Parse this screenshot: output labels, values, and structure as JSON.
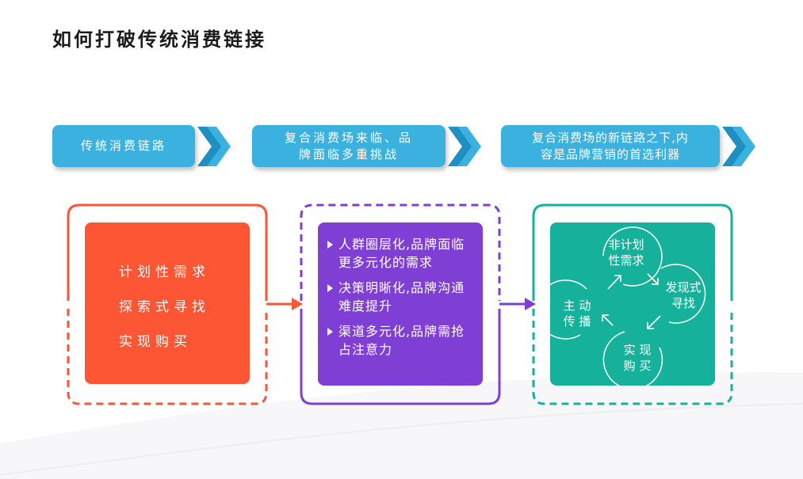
{
  "title": "如何打破传统消费链接",
  "steps": [
    {
      "label": "传统消费链路"
    },
    {
      "label": "复合消费场来临、品\n牌面临多重挑战"
    },
    {
      "label": "复合消费场的新链路之下,内\n容是品牌营销的首选利器"
    }
  ],
  "panel_traditional": {
    "lines": [
      "计划性需求",
      "探索式寻找",
      "实现购买"
    ]
  },
  "panel_challenges": {
    "bullets": [
      "人群圈层化,品牌面临更多元化的需求",
      "决策明晰化,品牌沟通难度提升",
      "渠道多元化,品牌需抢占注意力"
    ]
  },
  "panel_new_loop": {
    "nodes": {
      "top": "非计划\n性需求",
      "right": "发现式\n寻找",
      "bottom": "实 现\n购 买",
      "left": "主 动\n传 播"
    }
  },
  "colors": {
    "blue": "#3ab1df",
    "orange": "#fd5634",
    "purple": "#7f3fd4",
    "teal": "#16b19a"
  }
}
